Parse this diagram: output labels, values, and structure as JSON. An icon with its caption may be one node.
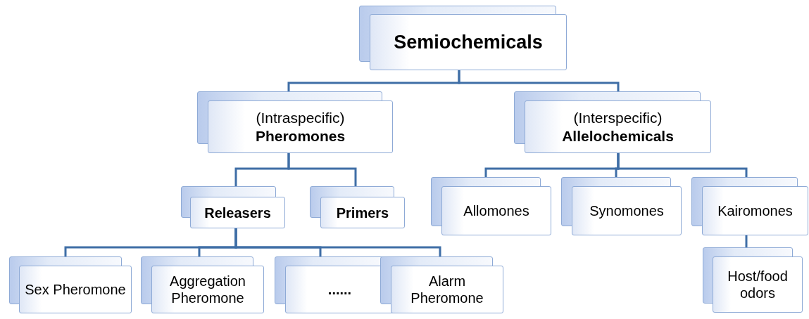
{
  "diagram": {
    "nodes": [
      {
        "text": [
          "Semiochemicals"
        ]
      },
      {
        "text": [
          "(Intraspecific)",
          "Pheromones"
        ]
      },
      {
        "text": [
          "(Interspecific)",
          "Allelochemicals"
        ]
      },
      {
        "text": [
          "Releasers"
        ]
      },
      {
        "text": [
          "Primers"
        ]
      },
      {
        "text": [
          "Allomones"
        ]
      },
      {
        "text": [
          "Synomones"
        ]
      },
      {
        "text": [
          "Kairomones"
        ]
      },
      {
        "text": [
          "Sex Pheromone"
        ]
      },
      {
        "text": [
          "Aggregation Pheromone"
        ]
      },
      {
        "text": [
          "......"
        ]
      },
      {
        "text": [
          "Alarm Pheromone"
        ]
      },
      {
        "text": [
          "Host/food odors"
        ]
      }
    ],
    "edges": [
      {
        "from": 0,
        "to": 1,
        "arrow": "none"
      },
      {
        "from": 0,
        "to": 2,
        "arrow": "none"
      },
      {
        "from": 1,
        "to": 3,
        "arrow": "none"
      },
      {
        "from": 1,
        "to": 4,
        "arrow": "none"
      },
      {
        "from": 2,
        "to": 5,
        "arrow": "none"
      },
      {
        "from": 2,
        "to": 6,
        "arrow": "none"
      },
      {
        "from": 2,
        "to": 7,
        "arrow": "none"
      },
      {
        "from": 3,
        "to": 8,
        "arrow": "none"
      },
      {
        "from": 3,
        "to": 9,
        "arrow": "none"
      },
      {
        "from": 3,
        "to": 10,
        "arrow": "none"
      },
      {
        "from": 3,
        "to": 11,
        "arrow": "none"
      },
      {
        "from": 7,
        "to": 12,
        "arrow": "none"
      }
    ]
  }
}
